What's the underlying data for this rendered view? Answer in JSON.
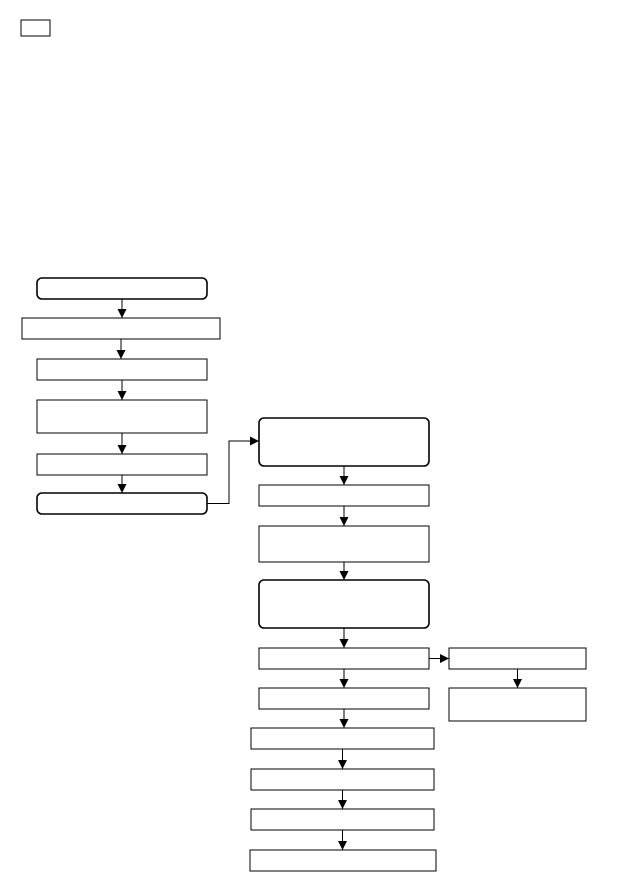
{
  "page": {
    "corner_label": ""
  },
  "diagram": {
    "nodes": [
      {
        "id": "n1",
        "shape": "rounded",
        "label": ""
      },
      {
        "id": "n2",
        "shape": "rect",
        "label": ""
      },
      {
        "id": "n3",
        "shape": "rect",
        "label": ""
      },
      {
        "id": "n4",
        "shape": "rect",
        "label": ""
      },
      {
        "id": "n5",
        "shape": "rect",
        "label": ""
      },
      {
        "id": "n6",
        "shape": "rounded",
        "label": ""
      },
      {
        "id": "n7",
        "shape": "rounded",
        "label": ""
      },
      {
        "id": "n8",
        "shape": "rect",
        "label": ""
      },
      {
        "id": "n9",
        "shape": "rect",
        "label": ""
      },
      {
        "id": "n10",
        "shape": "rounded",
        "label": ""
      },
      {
        "id": "n11",
        "shape": "rect",
        "label": ""
      },
      {
        "id": "n12",
        "shape": "rect",
        "label": ""
      },
      {
        "id": "n13",
        "shape": "rect",
        "label": ""
      },
      {
        "id": "n14",
        "shape": "rect",
        "label": ""
      },
      {
        "id": "n15",
        "shape": "rect",
        "label": ""
      },
      {
        "id": "n16",
        "shape": "rect",
        "label": ""
      },
      {
        "id": "n17",
        "shape": "rect",
        "label": ""
      },
      {
        "id": "n18",
        "shape": "rect",
        "label": ""
      }
    ],
    "edges": [
      {
        "from": "n1",
        "to": "n2"
      },
      {
        "from": "n2",
        "to": "n3"
      },
      {
        "from": "n3",
        "to": "n4"
      },
      {
        "from": "n4",
        "to": "n5"
      },
      {
        "from": "n5",
        "to": "n6"
      },
      {
        "from": "n6",
        "to": "n7"
      },
      {
        "from": "n7",
        "to": "n8"
      },
      {
        "from": "n8",
        "to": "n9"
      },
      {
        "from": "n9",
        "to": "n10"
      },
      {
        "from": "n10",
        "to": "n11"
      },
      {
        "from": "n11",
        "to": "n12"
      },
      {
        "from": "n11",
        "to": "n17"
      },
      {
        "from": "n17",
        "to": "n18"
      },
      {
        "from": "n12",
        "to": "n13"
      },
      {
        "from": "n13",
        "to": "n14"
      },
      {
        "from": "n14",
        "to": "n15"
      },
      {
        "from": "n15",
        "to": "n16"
      }
    ]
  }
}
